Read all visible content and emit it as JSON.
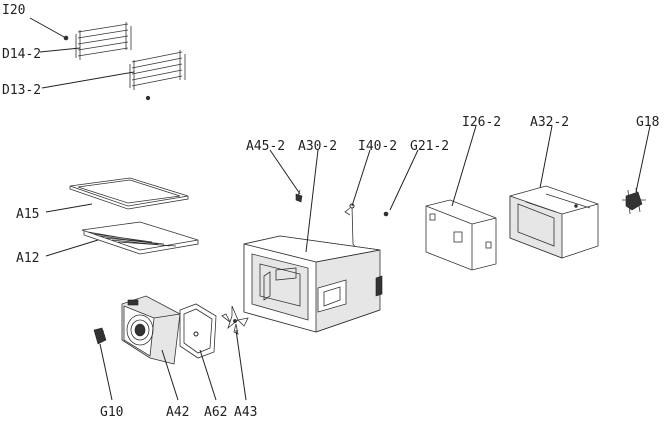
{
  "labels": {
    "I20": "I20",
    "D14_2": "D14-2",
    "D13_2": "D13-2",
    "A45_2": "A45-2",
    "A30_2": "A30-2",
    "I40_2": "I40-2",
    "G21_2": "G21-2",
    "I26_2": "I26-2",
    "A32_2": "A32-2",
    "G18": "G18",
    "A15": "A15",
    "A12": "A12",
    "G10": "G10",
    "A42": "A42",
    "A62": "A62",
    "A43": "A43"
  }
}
